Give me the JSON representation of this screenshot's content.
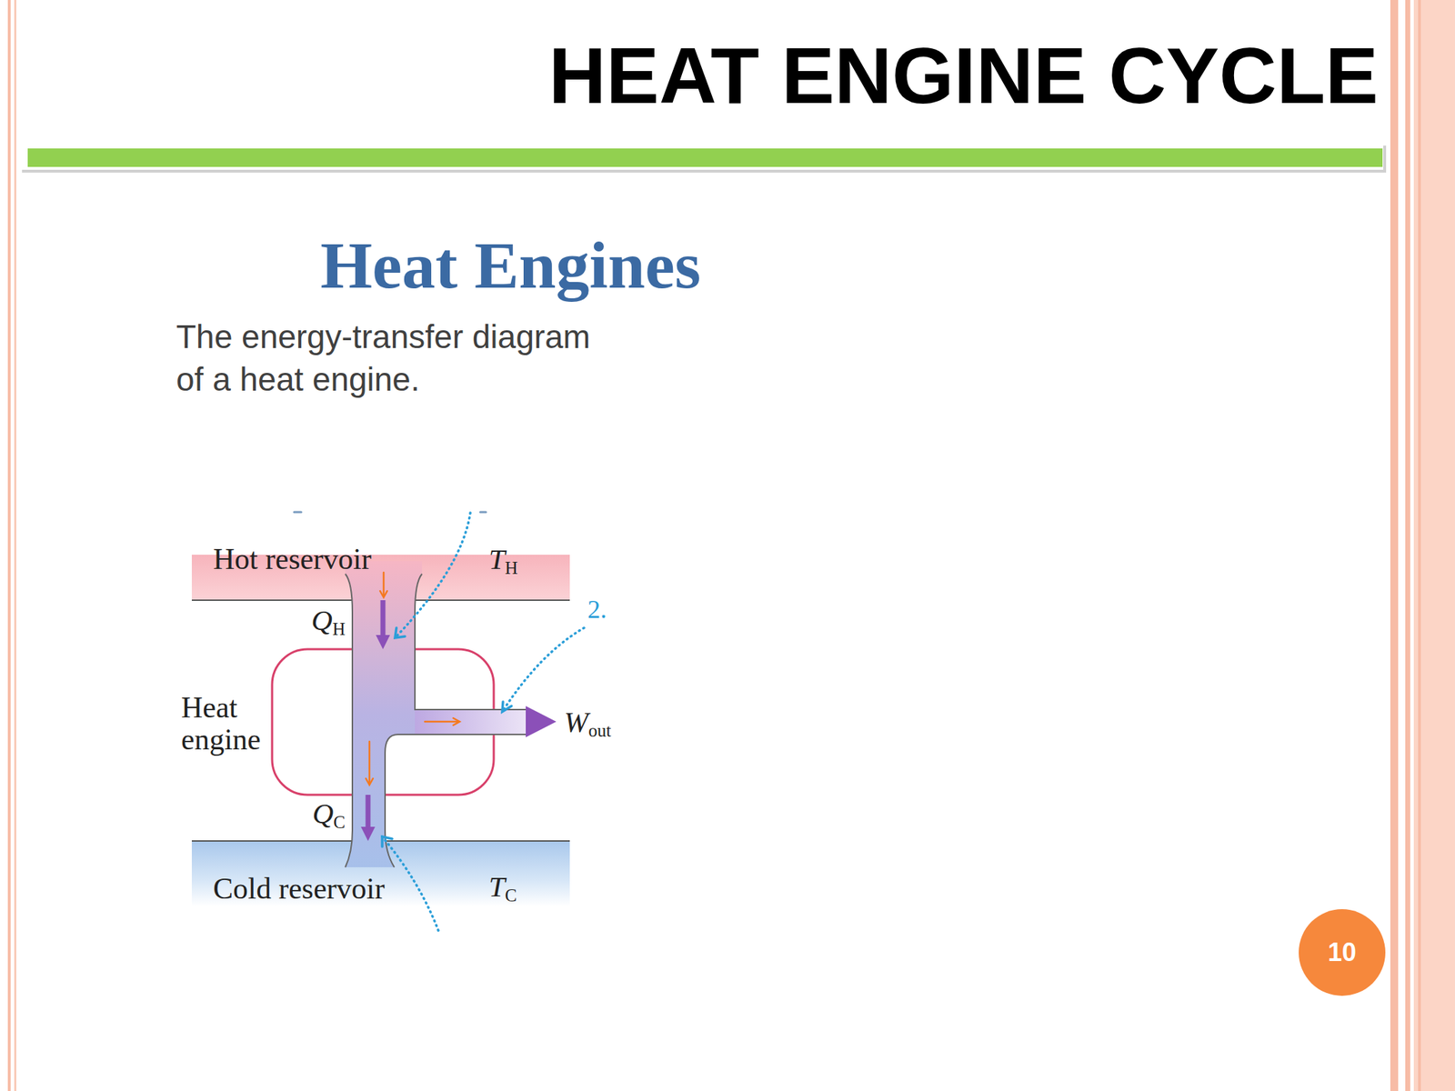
{
  "diagram": {
    "title": "HEAT ENGINE CYCLE",
    "caption": "The energy-transfer diagram of a heat engine.",
    "nodes": [
      {
        "text": [
          "Hot reservoir",
          "TH"
        ]
      },
      {
        "text": [
          "Heat engine"
        ]
      },
      {
        "text": [
          "Cold reservoir",
          "TC"
        ]
      },
      {
        "text": [
          "10"
        ]
      }
    ],
    "edges": [
      {
        "from": 0,
        "to": 1,
        "arrow": "to",
        "label": "QH"
      },
      {
        "from": 1,
        "to": 2,
        "arrow": "to",
        "label": "QC"
      }
    ],
    "labels": [
      "Heat Engines",
      "Wout",
      "2."
    ]
  }
}
